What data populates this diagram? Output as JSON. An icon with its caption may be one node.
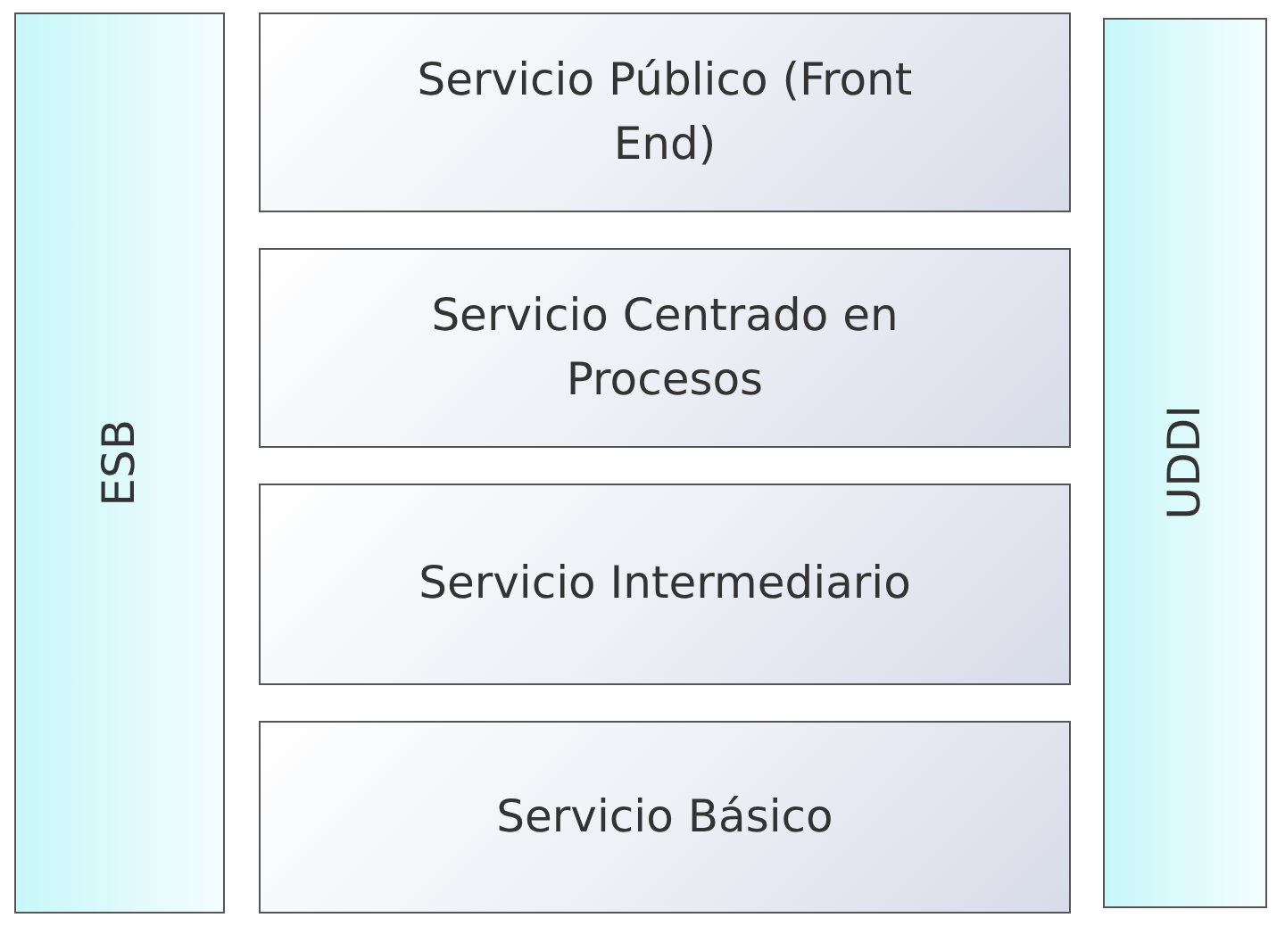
{
  "diagram": {
    "nodes": [
      {
        "text": [
          "ESB"
        ]
      },
      {
        "text": [
          "Servicio Público (Front End)"
        ]
      },
      {
        "text": [
          "Servicio Centrado en Procesos"
        ]
      },
      {
        "text": [
          "Servicio Intermediario"
        ]
      },
      {
        "text": [
          "Servicio Básico"
        ]
      },
      {
        "text": [
          "UDDI"
        ]
      }
    ]
  }
}
